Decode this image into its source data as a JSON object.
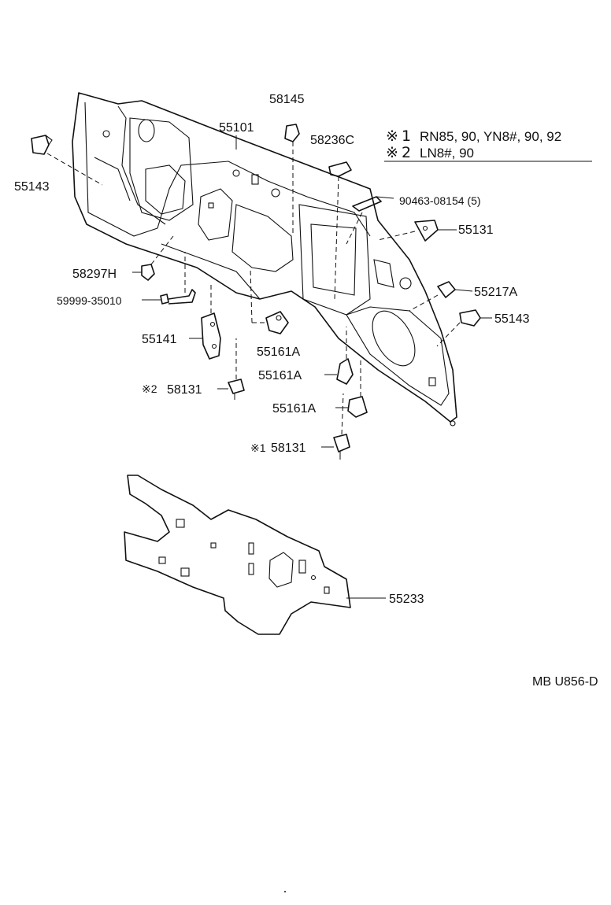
{
  "legend": {
    "mark": "※",
    "notes": [
      {
        "num": "1",
        "text": "RN85, 90, YN8#, 90, 92"
      },
      {
        "num": "2",
        "text": "LN8#, 90"
      }
    ]
  },
  "parts": {
    "p55101": "55101",
    "p58145": "58145",
    "p58236c": "58236C",
    "p55143_left": "55143",
    "p90463": "90463-08154 (5)",
    "p55131": "55131",
    "p58297h": "58297H",
    "p59999": "59999-35010",
    "p55217a": "55217A",
    "p55143_right": "55143",
    "p55141": "55141",
    "p55161a_1": "55161A",
    "p55161a_2": "55161A",
    "p55161a_3": "55161A",
    "p58131_2": "58131",
    "p58131_1": "58131",
    "p55233": "55233"
  },
  "marks": {
    "m58131_2": "※2",
    "m58131_1": "※1"
  },
  "footer": {
    "code": "MB U856-D"
  }
}
